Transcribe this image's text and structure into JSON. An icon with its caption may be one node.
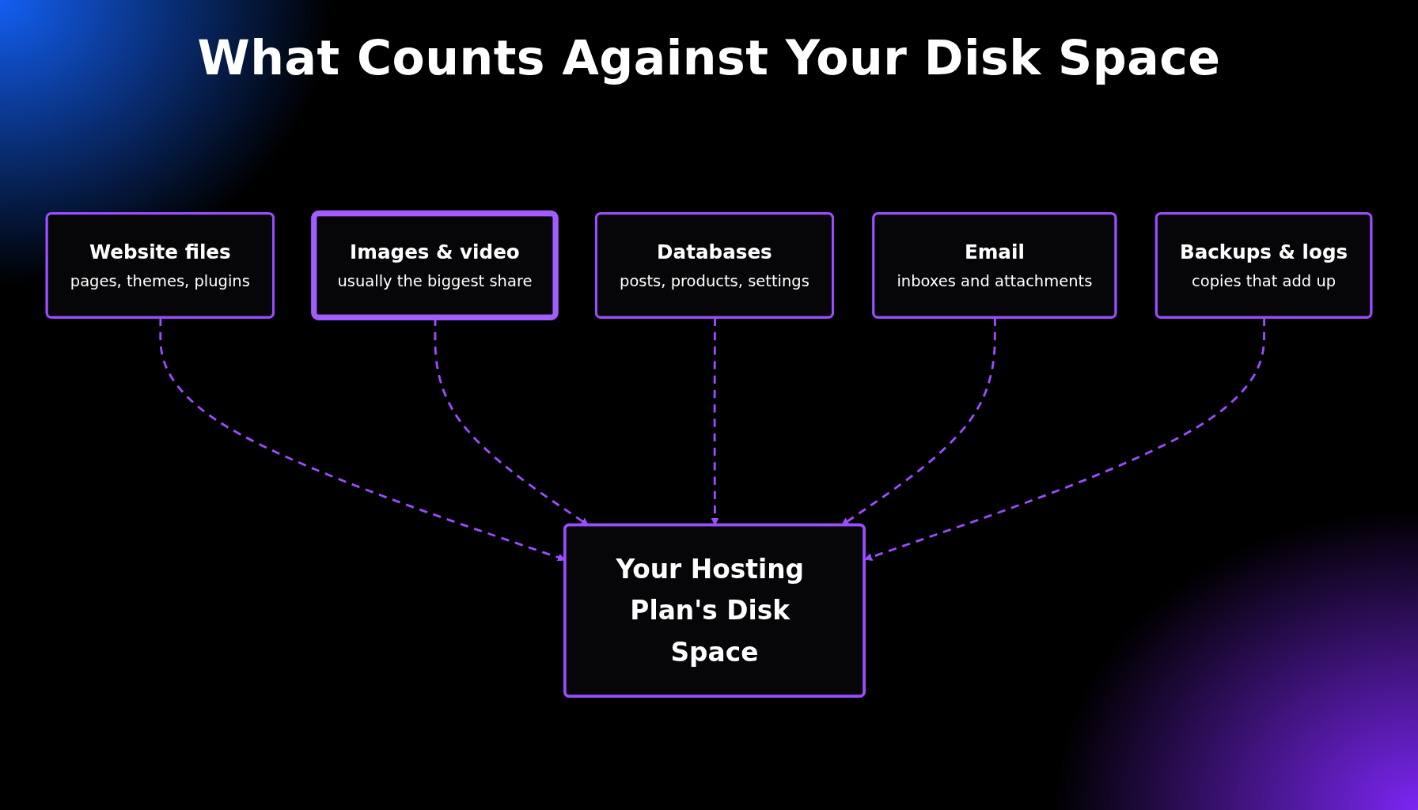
{
  "diagram": {
    "title": "What Counts Against Your Disk Space",
    "nodes": [
      {
        "text": [
          "Website files",
          "pages, themes, plugins"
        ]
      },
      {
        "text": [
          "Images & video",
          "usually the biggest share"
        ]
      },
      {
        "text": [
          "Your Hosting Plan's Disk Space"
        ]
      },
      {
        "text": [
          "Databases",
          "posts, products, settings"
        ]
      },
      {
        "text": [
          "Email",
          "inboxes and attachments"
        ]
      },
      {
        "text": [
          "Backups & logs",
          "copies that add up"
        ]
      }
    ],
    "edges": [
      {
        "from": 0,
        "to": 2,
        "arrow": "to",
        "style": "dashed"
      },
      {
        "from": 1,
        "to": 2,
        "arrow": "to",
        "style": "dashed"
      },
      {
        "from": 3,
        "to": 2,
        "arrow": "to",
        "style": "dashed"
      },
      {
        "from": 4,
        "to": 2,
        "arrow": "to",
        "style": "dashed"
      },
      {
        "from": 5,
        "to": 2,
        "arrow": "to",
        "style": "dashed"
      }
    ]
  }
}
